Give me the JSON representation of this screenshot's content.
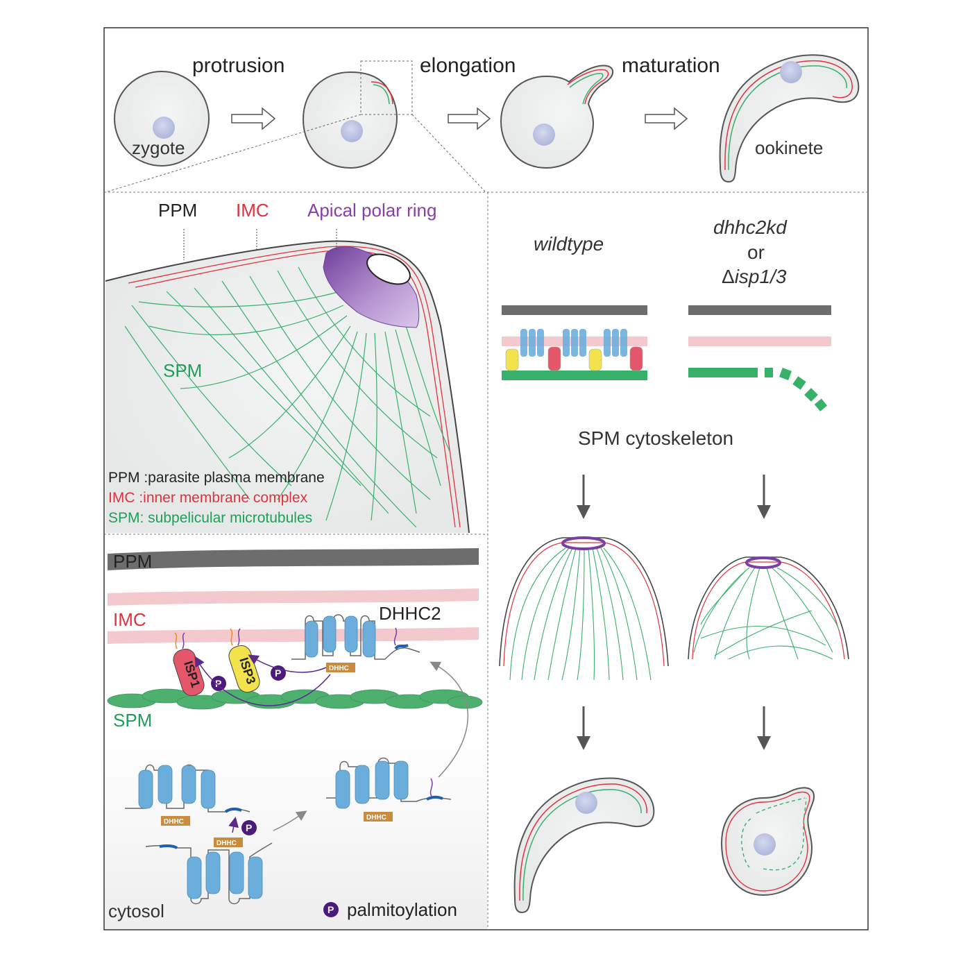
{
  "stages": {
    "protrusion": "protrusion",
    "elongation": "elongation",
    "maturation": "maturation",
    "zygote": "zygote",
    "ookinete": "ookinete"
  },
  "apical": {
    "ppm": "PPM",
    "imc": "IMC",
    "apical_polar_ring": "Apical polar ring",
    "spm": "SPM"
  },
  "legend": [
    {
      "text": "PPM :parasite plasma membrane",
      "color": "#222222"
    },
    {
      "text": "IMC :inner membrane complex",
      "color": "#e0323c"
    },
    {
      "text": "SPM: subpelicular microtubules",
      "color": "#1f9e5a"
    }
  ],
  "membrane": {
    "ppm": "PPM",
    "imc": "IMC",
    "spm": "SPM",
    "dhhc2": "DHHC2",
    "isp1": "ISP1",
    "isp3": "ISP3",
    "dhhc": "DHHC",
    "p": "P",
    "cytosol": "cytosol",
    "palmitoylation": "palmitoylation"
  },
  "right": {
    "wildtype": "wildtype",
    "mutant_line1": "dhhc2kd",
    "mutant_line2": "or",
    "mutant_line3_prefix": "Δ",
    "mutant_line3_italic": "isp1/3",
    "spm_cytoskeleton": "SPM cytoskeleton"
  },
  "colors": {
    "ppm": "#6d6d6d",
    "imc": "#f4c9cd",
    "imc_line": "#e0323c",
    "spm": "#37b06a",
    "dhhc2": "#6baedb",
    "isp1": "#e4566a",
    "isp3": "#f2e24c",
    "purple": "#4b1a7a",
    "apr": "#a77cc4",
    "dhhc_box": "#c98b3e"
  }
}
